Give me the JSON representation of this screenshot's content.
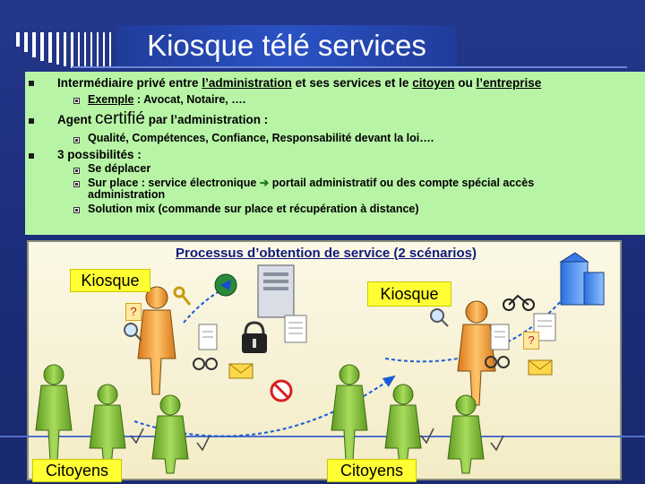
{
  "slide": {
    "title": "Kiosque télé services"
  },
  "bullets": {
    "b1_pre": "Intermédiaire privé entre ",
    "b1_admin": "l’administration",
    "b1_mid": " et ses services et le ",
    "b1_citoyen": "citoyen",
    "b1_ou": " ou ",
    "b1_entreprise": "l’entreprise",
    "b1_sub_label": "Exemple",
    "b1_sub_text": " : Avocat, Notaire, ….",
    "b2_pre": "Agent ",
    "b2_big": "certifié",
    "b2_post": " par l’administration :",
    "b2_sub": "Qualité, Compétences, Confiance, Responsabilité devant la loi….",
    "b3": "3 possibilités :",
    "b3_sub1": "Se déplacer",
    "b3_sub2_pre": "Sur place : service électronique ",
    "b3_sub2_arrow": "➔",
    "b3_sub2_post": " portail administratif ou des compte spécial accès",
    "b3_sub2_line2": "administration",
    "b3_sub3": "Solution mix (commande sur place et récupération à distance)"
  },
  "diagram": {
    "title": "Processus d’obtention de service (2 scénarios)",
    "kiosque_left": "Kiosque",
    "kiosque_right": "Kiosque",
    "citoyens_left": "Citoyens",
    "citoyens_right": "Citoyens",
    "question_mark": "?"
  },
  "colors": {
    "background": "#1f3488",
    "panel": "#b8f4a6",
    "label_box": "#ffff33",
    "diagram_title": "#101a7a",
    "figure_green": "#8ec641",
    "figure_orange": "#f7a23a"
  }
}
